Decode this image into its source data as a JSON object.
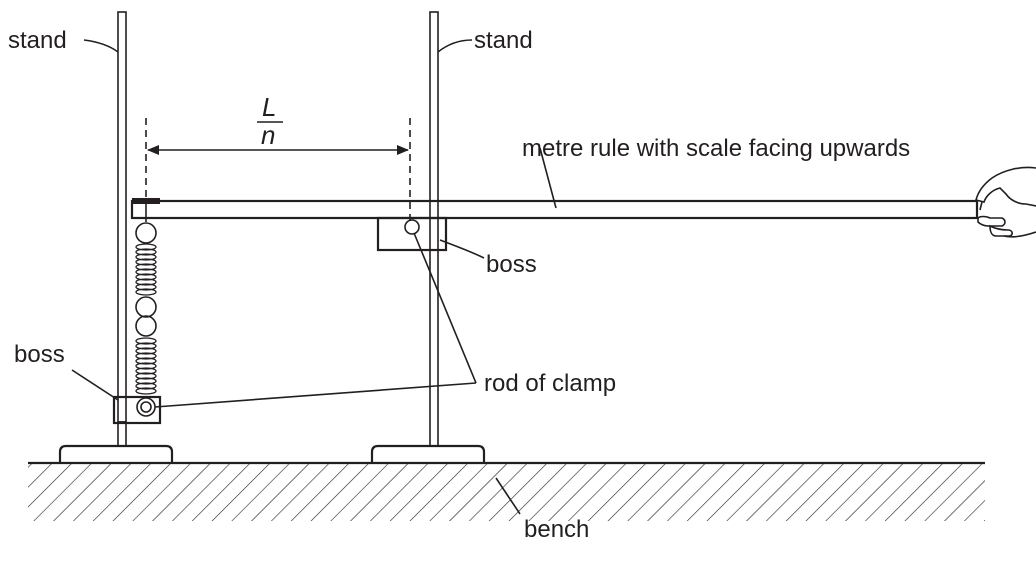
{
  "labels": {
    "stand_left": "stand",
    "stand_right": "stand",
    "length_numerator": "L",
    "length_denominator": "n",
    "metre_rule": "metre rule with scale facing upwards",
    "boss_right": "boss",
    "boss_left": "boss",
    "rod_of_clamp": "rod of clamp",
    "bench": "bench"
  },
  "colors": {
    "line": "#231f20",
    "rule_fill": "#c8c9ca",
    "background": "#ffffff"
  }
}
